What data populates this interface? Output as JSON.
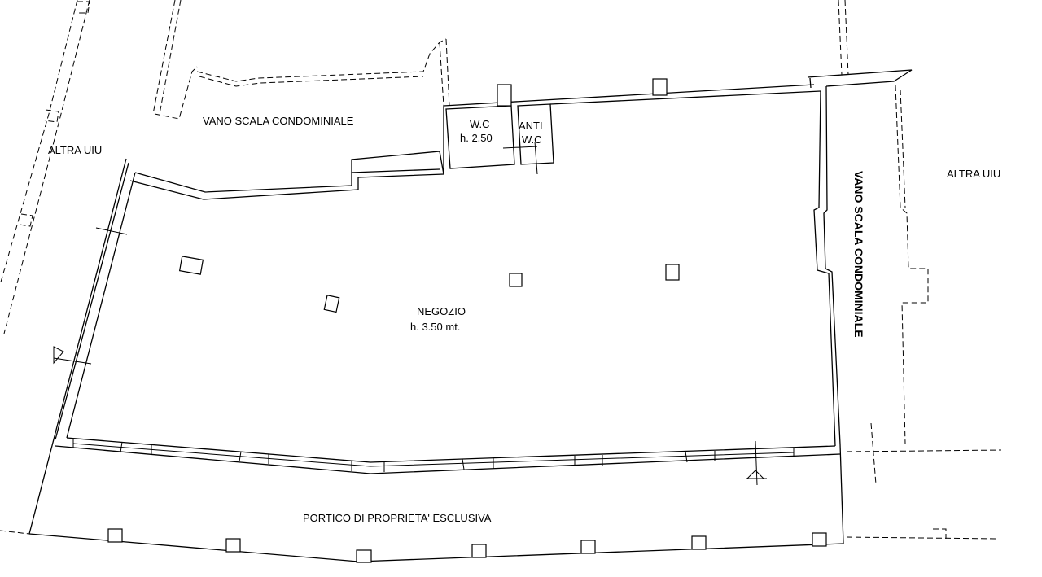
{
  "labels": {
    "vano_scala_top": "VANO SCALA CONDOMINIALE",
    "altra_uiu_left": "ALTRA UIU",
    "altra_uiu_right": "ALTRA UIU",
    "wc": "W.C",
    "wc_height": "h. 2.50",
    "anti": "ANTI",
    "anti_wc": "W.C",
    "negozio": "NEGOZIO",
    "negozio_height": "h. 3.50 mt.",
    "vano_scala_right": "VANO SCALA CONDOMINIALE",
    "portico": "PORTICO DI PROPRIETA' ESCLUSIVA"
  }
}
